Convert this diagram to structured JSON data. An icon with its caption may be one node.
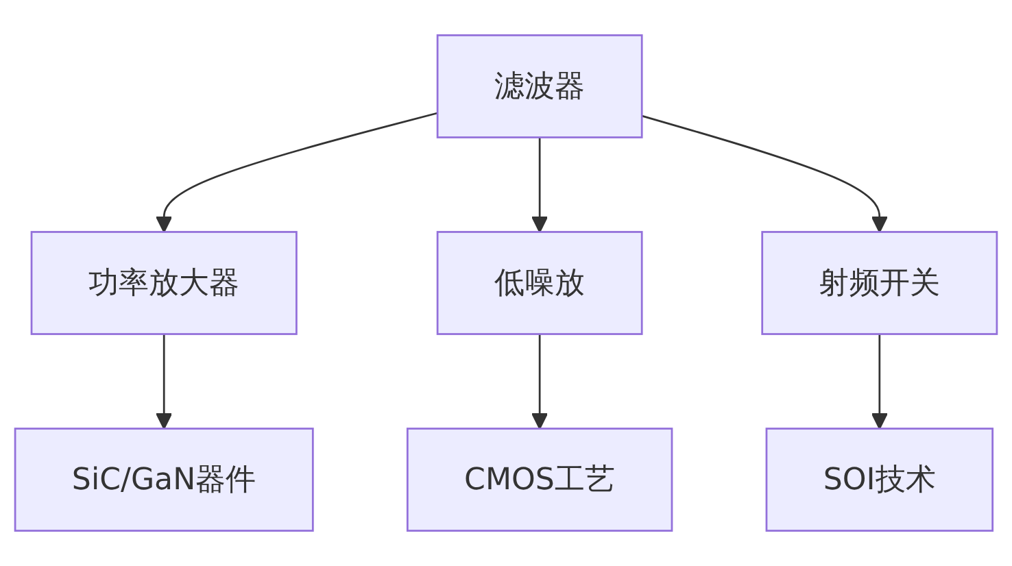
{
  "diagram": {
    "nodes": [
      {
        "text": [
          "滤波器"
        ]
      },
      {
        "text": [
          "功率放大器"
        ]
      },
      {
        "text": [
          "低噪放"
        ]
      },
      {
        "text": [
          "射频开关"
        ]
      },
      {
        "text": [
          "SiC/GaN器件"
        ]
      },
      {
        "text": [
          "CMOS工艺"
        ]
      },
      {
        "text": [
          "SOI技术"
        ]
      }
    ],
    "edges": [
      {
        "from": 0,
        "to": 1,
        "arrow": "to"
      },
      {
        "from": 0,
        "to": 2,
        "arrow": "to"
      },
      {
        "from": 0,
        "to": 3,
        "arrow": "to"
      },
      {
        "from": 1,
        "to": 4,
        "arrow": "to"
      },
      {
        "from": 2,
        "to": 5,
        "arrow": "to"
      },
      {
        "from": 3,
        "to": 6,
        "arrow": "to"
      }
    ]
  }
}
